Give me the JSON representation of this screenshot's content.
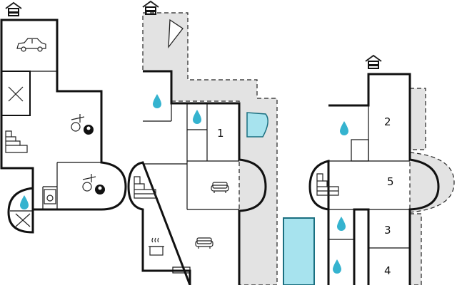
{
  "floors": [
    {
      "id": "left",
      "rooms": []
    },
    {
      "id": "middle",
      "rooms": [
        {
          "number": "1"
        }
      ]
    },
    {
      "id": "right",
      "rooms": [
        {
          "number": "2"
        },
        {
          "number": "5"
        },
        {
          "number": "3"
        },
        {
          "number": "4"
        }
      ]
    }
  ],
  "colors": {
    "wall": "#111111",
    "terrace": "#e3e3e3",
    "water": "#a7e3ee",
    "drop": "#35b3cf"
  },
  "icons": [
    "entrance-house-icon",
    "car-icon",
    "stairs-icon",
    "pool-table-icon",
    "water-drop-icon",
    "sofa-icon",
    "kitchen-pot-icon",
    "washing-machine-icon",
    "door-swing-icon"
  ]
}
